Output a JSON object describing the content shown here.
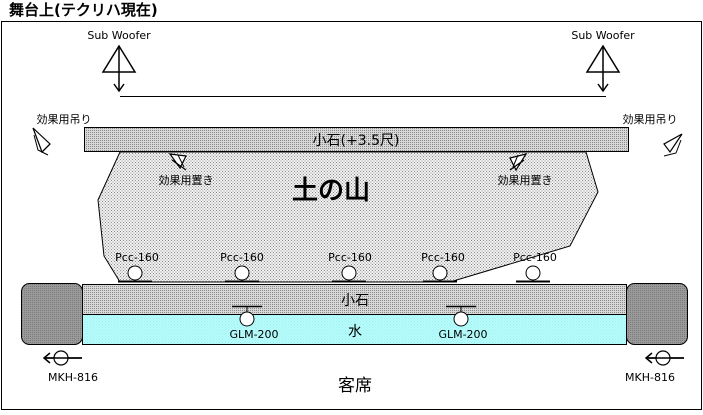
{
  "title": "舞台上(テクリハ現在)",
  "stage_labels": {
    "dirt_mound": "土の山",
    "small_stone_upper": "小石(+3.5尺)",
    "small_stone_lower": "小石",
    "water": "水",
    "audience": "客席"
  },
  "subwoofers": {
    "left": "Sub Woofer",
    "right": "Sub Woofer"
  },
  "effects_hung": {
    "left": "効果用吊り",
    "right": "効果用吊り"
  },
  "effects_placed": {
    "left": "効果用置き",
    "right": "効果用置き"
  },
  "pcc_mics": [
    "Pcc-160",
    "Pcc-160",
    "Pcc-160",
    "Pcc-160",
    "Pcc-160"
  ],
  "glm_mics": [
    "GLM-200",
    "GLM-200"
  ],
  "mkh_mics": {
    "left": "MKH-816",
    "right": "MKH-816"
  },
  "colors": {
    "water": "#aaffff",
    "stone": "#dddddd",
    "mound": "#e6e6e6",
    "side_block": "#999999"
  },
  "icons": {
    "subwoofer": "speaker-triangle-icon",
    "effect": "speaker-cone-icon",
    "mic": "microphone-circle-icon",
    "shotgun": "shotgun-mic-icon"
  }
}
